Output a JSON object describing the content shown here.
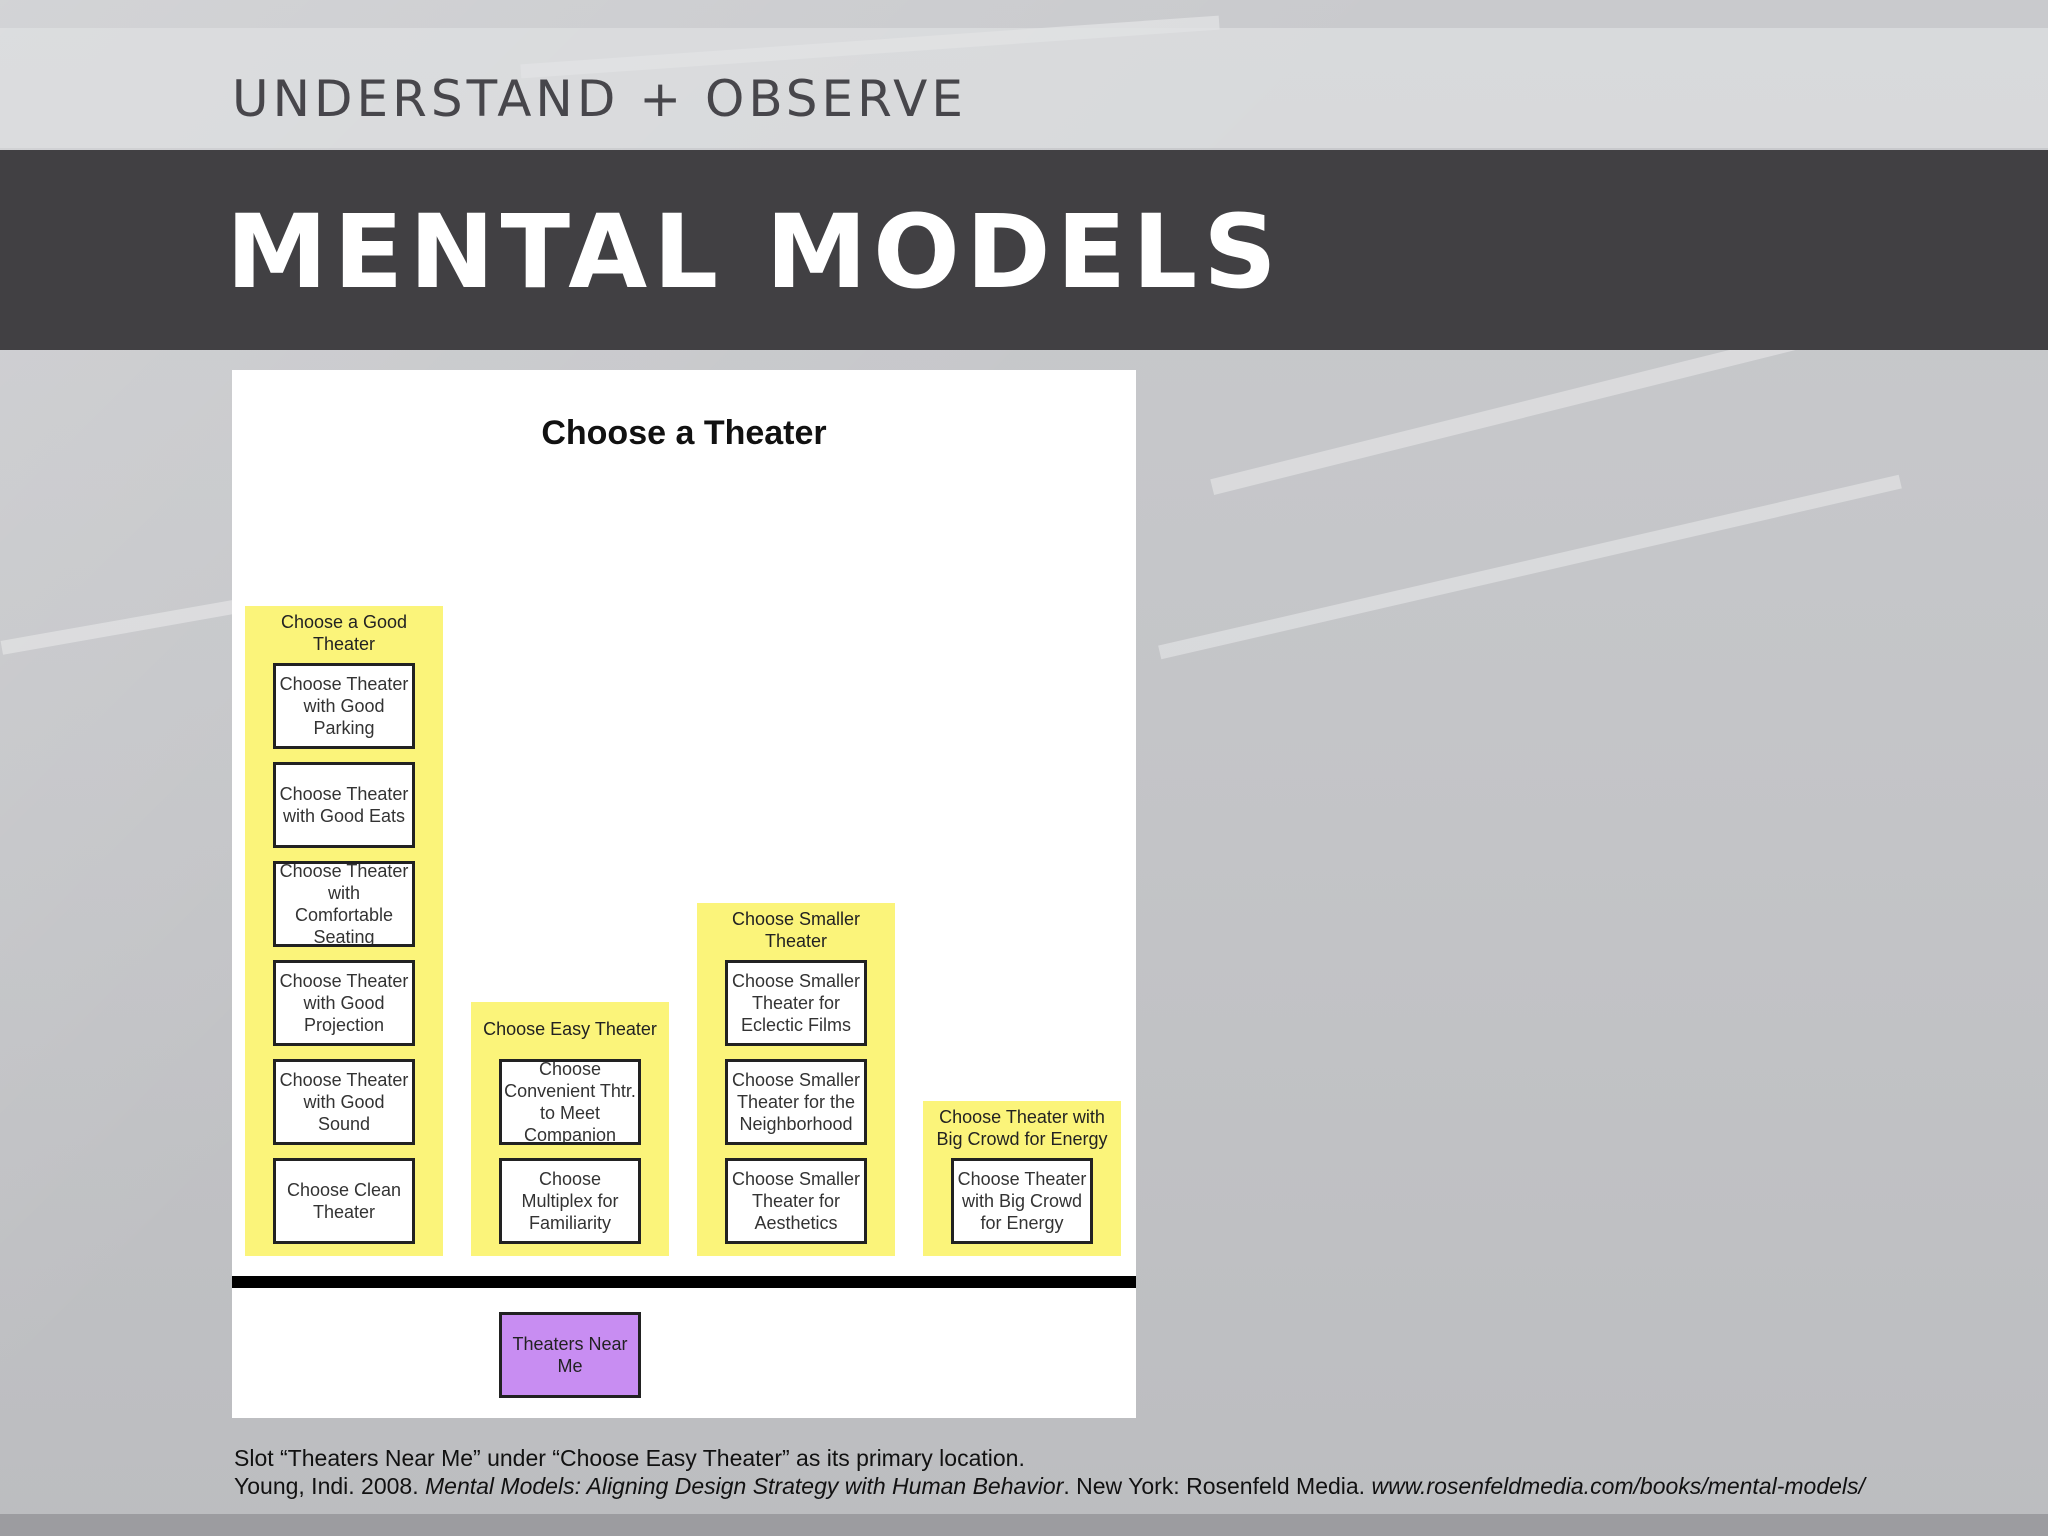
{
  "slide": {
    "eyebrow": "UNDERSTAND + OBSERVE",
    "title": "MENTAL MODELS"
  },
  "diagram": {
    "title": "Choose a Theater",
    "towers": [
      {
        "label": "Choose a Good Theater",
        "boxes": [
          "Choose Theater with Good Parking",
          "Choose Theater with Good Eats",
          "Choose Theater with Comfortable Seating",
          "Choose Theater with Good Projection",
          "Choose Theater with Good Sound",
          "Choose Clean Theater"
        ]
      },
      {
        "label": "Choose Easy Theater",
        "boxes": [
          "Choose Convenient Thtr. to Meet Companion",
          "Choose Multiplex for Familiarity"
        ]
      },
      {
        "label": "Choose Smaller Theater",
        "boxes": [
          "Choose Smaller Theater for Eclectic Films",
          "Choose Smaller Theater for the Neighborhood",
          "Choose Smaller Theater for Aesthetics"
        ]
      },
      {
        "label": "Choose Theater with Big Crowd for Energy",
        "boxes": [
          "Choose Theater with Big Crowd for Energy"
        ]
      }
    ],
    "support_item": "Theaters Near Me",
    "colors": {
      "tower": "#fbf47a",
      "support": "#c88df2",
      "baseline": "#000000"
    }
  },
  "footer": {
    "caption": "Slot “Theaters Near Me” under “Choose Easy Theater” as its primary location.",
    "citation_author": "Young, Indi. 2008. ",
    "citation_book": "Mental Models: Aligning Design Strategy with Human Behavior",
    "citation_publisher": ". New York: Rosenfeld Media. ",
    "citation_url": "www.rosenfeldmedia.com/books/mental-models/"
  }
}
